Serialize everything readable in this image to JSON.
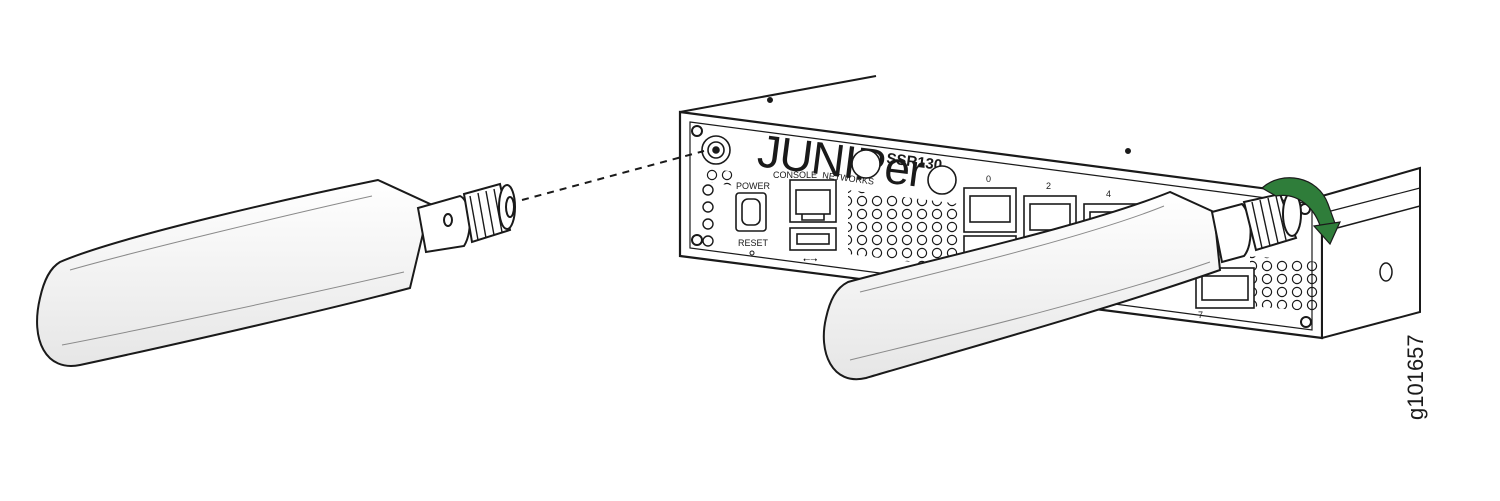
{
  "figure_id": "g101657",
  "device": {
    "brand": "JUNIPer",
    "brand_sub": "NETWORKS",
    "model": "SSR130",
    "labels": {
      "power": "POWER",
      "reset": "RESET",
      "console": "CONSOLE",
      "usb": "⭠⭢"
    },
    "port_numbers": [
      "0",
      "2",
      "4",
      "7"
    ]
  },
  "colors": {
    "outline": "#1a1a1a",
    "antenna_fill": "#f2f2f2",
    "rotation_arrow": "#2f7d3a"
  },
  "icons": [
    "antenna-before-icon",
    "antenna-attached-icon",
    "rotation-arrow-icon",
    "insertion-path-dashed-line"
  ]
}
